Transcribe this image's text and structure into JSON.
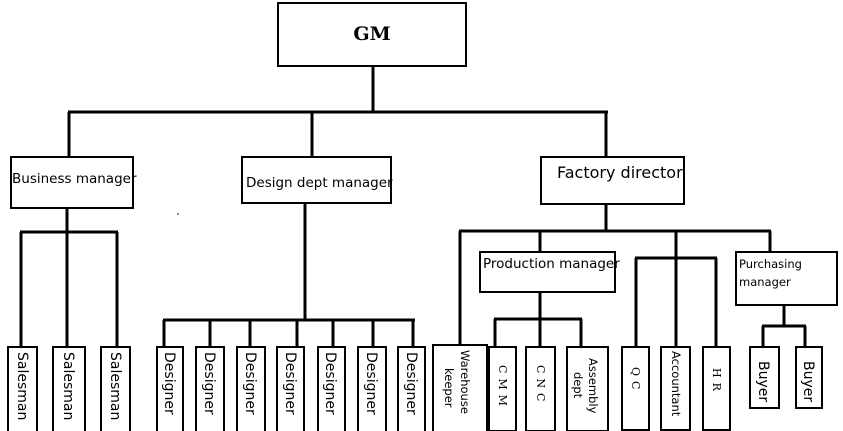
{
  "root": {
    "label": "GM"
  },
  "managers": {
    "business": {
      "label": "Business manager"
    },
    "design": {
      "label": "Design dept manager"
    },
    "factory": {
      "label": "Factory director"
    }
  },
  "sub_managers": {
    "production": {
      "label": "Production manager"
    },
    "purchasing": {
      "line1": "Purchasing",
      "line2": "manager"
    }
  },
  "business_staff": [
    "Salesman",
    "Salesman",
    "Salesman"
  ],
  "design_staff": [
    "Designer",
    "Designer",
    "Designer",
    "Designer",
    "Designer",
    "Designer",
    "Designer"
  ],
  "factory_staff": {
    "warehouse": {
      "line1": "Warehouse",
      "line2": "keeper"
    },
    "production_staff": {
      "cmm": "CMM",
      "cnc": "CNC",
      "assembly": {
        "line1": "Assembly",
        "line2": "dept"
      }
    },
    "qc": "QC",
    "accountant": "Accountant",
    "hr": "HR",
    "purchasing_staff": [
      "Buyer",
      "Buyer"
    ]
  }
}
